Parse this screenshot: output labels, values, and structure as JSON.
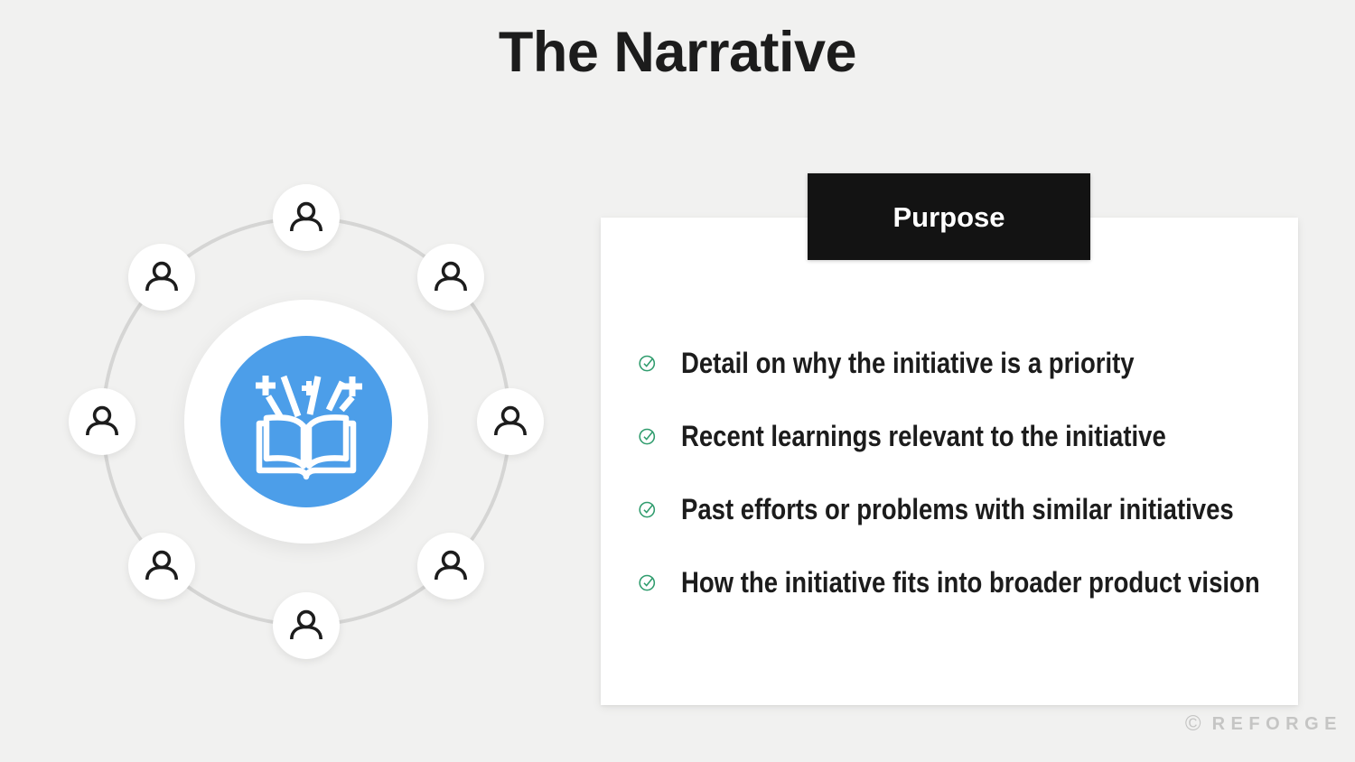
{
  "title": "The Narrative",
  "purpose_card": {
    "header": "Purpose",
    "bullets": [
      "Detail on why the initiative is a priority",
      "Recent learnings relevant to the initiative",
      "Past efforts or problems with similar initiatives",
      "How the initiative fits into broader product vision"
    ]
  },
  "diagram": {
    "center_icon": "book-with-sparkles-icon",
    "satellite_icon": "person-icon",
    "satellite_count": 8
  },
  "watermark": {
    "symbol": "©",
    "brand": "REFORGE"
  },
  "colors": {
    "background": "#f1f1f0",
    "card": "#ffffff",
    "header_bg": "#131313",
    "header_text": "#ffffff",
    "accent_blue": "#4c9ee9",
    "check_green": "#2f9c6d",
    "ring": "#d5d5d4",
    "text": "#1c1c1c",
    "watermark": "#c5c5c4"
  }
}
